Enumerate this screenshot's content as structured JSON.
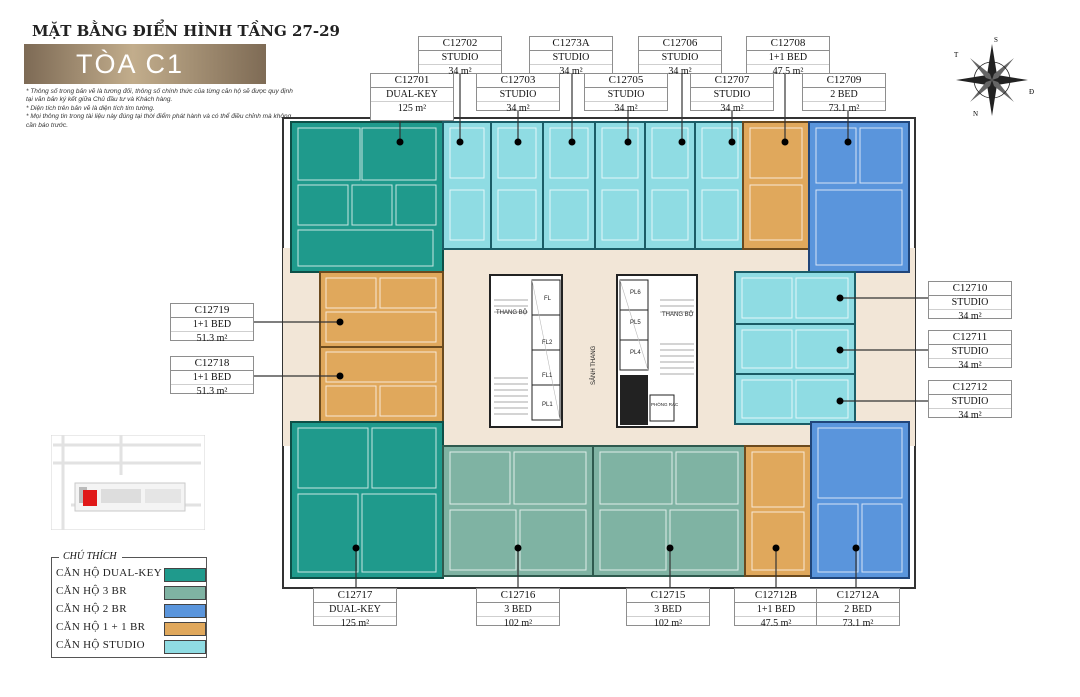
{
  "header": {
    "title": "MẶT BẰNG ĐIỂN HÌNH TẦNG 27-29",
    "building": "TÒA C1"
  },
  "notes": [
    "* Thông số trong bản vẽ là tương đối, thông số chính thức của từng căn hộ sẽ được quy định tại văn bản ký kết giữa Chủ đầu tư và Khách hàng.",
    "* Diện tích trên bản vẽ là diện tích tim tường.",
    "* Mọi thông tin trong tài liệu này đúng tại thời điểm phát hành và có thể điều chỉnh mà không cần báo trước."
  ],
  "core_labels": {
    "stair_left": "THANG BỘ",
    "stair_right": "THANG BỘ",
    "lobby": "SẢNH THANG",
    "trash": "PHÒNG RÁC",
    "lifts_left": [
      "FL",
      "FL2",
      "FL1",
      "PL1"
    ],
    "lifts_right": [
      "PL6",
      "PL5",
      "PL4"
    ]
  },
  "compass": {
    "n": "N",
    "s": "S",
    "e": "Đ",
    "w": "T"
  },
  "units": [
    {
      "code": "C12701",
      "type": "DUAL-KEY",
      "area": "125 m²"
    },
    {
      "code": "C12702",
      "type": "STUDIO",
      "area": "34 m²"
    },
    {
      "code": "C12703",
      "type": "STUDIO",
      "area": "34 m²"
    },
    {
      "code": "C1273A",
      "type": "STUDIO",
      "area": "34 m²"
    },
    {
      "code": "C12705",
      "type": "STUDIO",
      "area": "34 m²"
    },
    {
      "code": "C12706",
      "type": "STUDIO",
      "area": "34 m²"
    },
    {
      "code": "C12707",
      "type": "STUDIO",
      "area": "34 m²"
    },
    {
      "code": "C12708",
      "type": "1+1 BED",
      "area": "47.5 m²"
    },
    {
      "code": "C12709",
      "type": "2 BED",
      "area": "73.1 m²"
    },
    {
      "code": "C12710",
      "type": "STUDIO",
      "area": "34 m²"
    },
    {
      "code": "C12711",
      "type": "STUDIO",
      "area": "34 m²"
    },
    {
      "code": "C12712",
      "type": "STUDIO",
      "area": "34 m²"
    },
    {
      "code": "C12719",
      "type": "1+1 BED",
      "area": "51.3 m²"
    },
    {
      "code": "C12718",
      "type": "1+1 BED",
      "area": "51.3 m²"
    },
    {
      "code": "C12717",
      "type": "DUAL-KEY",
      "area": "125 m²"
    },
    {
      "code": "C12716",
      "type": "3 BED",
      "area": "102 m²"
    },
    {
      "code": "C12715",
      "type": "3 BED",
      "area": "102 m²"
    },
    {
      "code": "C12712B",
      "type": "1+1 BED",
      "area": "47.5 m²"
    },
    {
      "code": "C12712A",
      "type": "2 BED",
      "area": "73.1 m²"
    }
  ],
  "legend": {
    "title": "CHÚ THÍCH",
    "items": [
      {
        "label": "CĂN HỘ DUAL-KEY",
        "color": "#1f9a8c"
      },
      {
        "label": "CĂN HỘ 3 BR",
        "color": "#7fb3a3"
      },
      {
        "label": "CĂN HỘ 2 BR",
        "color": "#5a95dc"
      },
      {
        "label": "CĂN HỘ 1 + 1 BR",
        "color": "#e0a85c"
      },
      {
        "label": "CĂN HỘ  STUDIO",
        "color": "#8fdce3"
      }
    ]
  },
  "colors": {
    "dual_key": "#1f9a8c",
    "three_br": "#7fb3a3",
    "two_br": "#5a95dc",
    "one_plus_one": "#e0a85c",
    "studio": "#8fdce3",
    "corridor": "#f1e5d6",
    "banner": "#a08c70",
    "highlight": "#e01919"
  }
}
